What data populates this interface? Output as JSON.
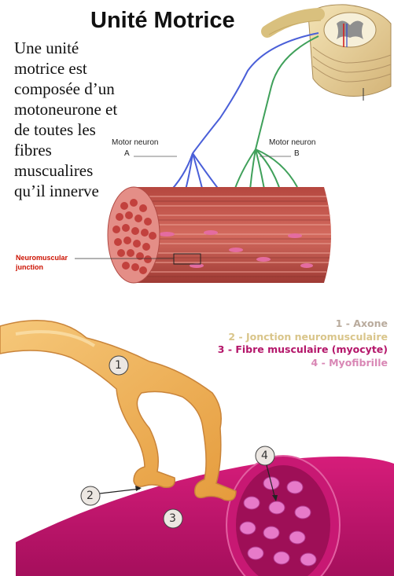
{
  "title": "Unité Motrice",
  "intro_lines": [
    "Une unité",
    "motrice est",
    "composée d’un",
    "motoneurone et",
    "de toutes les",
    "fibres",
    "muscualires",
    "qu’il innerve"
  ],
  "motor_neuron_a": [
    "Motor neuron",
    "A"
  ],
  "motor_neuron_b": [
    "Motor neuron",
    "B"
  ],
  "nmj_label": [
    "Neuromuscular",
    "junction"
  ],
  "legend": [
    "1 - Axone",
    "2 - Jonction neuromusculaire",
    "3 - Fibre musculaire (myocyte)",
    "4 - Myofibrille"
  ],
  "markers": [
    "1",
    "2",
    "3",
    "4"
  ],
  "colors": {
    "neuron_a": "#4a5fd8",
    "neuron_b": "#3fa05a",
    "muscle": "#c8554f",
    "axon": "#f0b24a",
    "fibre": "#d81b78",
    "myofibril": "#e77ac9"
  }
}
